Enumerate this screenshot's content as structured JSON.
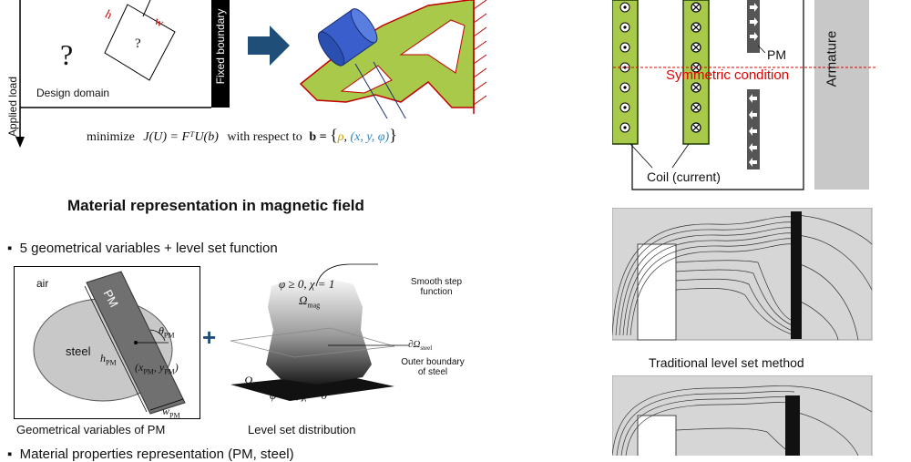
{
  "top_left": {
    "h": "h",
    "w": "w",
    "question_small": "?",
    "question_big": "?",
    "applied_load": "Applied load",
    "design_domain": "Design domain",
    "fixed_boundary": "Fixed boundary",
    "formula_prefix": "minimize",
    "formula_main": "J(U) = FᵀU(b)",
    "formula_mid": "with respect to",
    "formula_b": "b =",
    "formula_rho": "ρ",
    "formula_xyphi": "(x, y, φ)"
  },
  "section": {
    "heading": "Material representation in magnetic field",
    "bullet1": "5 geometrical variables + level set function",
    "bullet2": "Material properties representation (PM, steel)"
  },
  "pm_diagram": {
    "air": "air",
    "pm": "PM",
    "steel": "steel",
    "theta": "θ",
    "theta_sub": "PM",
    "h_label": "h",
    "h_sub": "PM",
    "xy_label": "(x",
    "xy_sub1": "PM",
    "xy_mid": ", y",
    "xy_sub2": "PM",
    "xy_end": ")",
    "w_label": "w",
    "w_sub": "PM",
    "caption": "Geometrical variables of PM"
  },
  "plus": "+",
  "levelset": {
    "top_cond": "φ ≥ 0,  χ = 1",
    "omega_mag": "Ω",
    "omega_mag_sub": "mag",
    "smooth1": "Smooth step",
    "smooth2": "function",
    "boundary": "∂Ω",
    "boundary_sub": "steel",
    "outer1": "Outer boundary",
    "outer2": "of steel",
    "omega_air": "Ω",
    "omega_air_sub": "air",
    "bottom_cond": "φ < 0,  χ = 0",
    "caption": "Level set distribution"
  },
  "right": {
    "pm": "PM",
    "symmetric": "Symmetric condition",
    "armature": "Armature",
    "coil": "Coil (current)",
    "traditional": "Traditional level set method"
  },
  "colors": {
    "green": "#a8c94a",
    "dark_green": "#1f3b08",
    "arrow_blue": "#1f4e79",
    "pm_blue": "#3a5fcd",
    "red_line": "#e00000",
    "armature_gray": "#c8c8c8"
  }
}
